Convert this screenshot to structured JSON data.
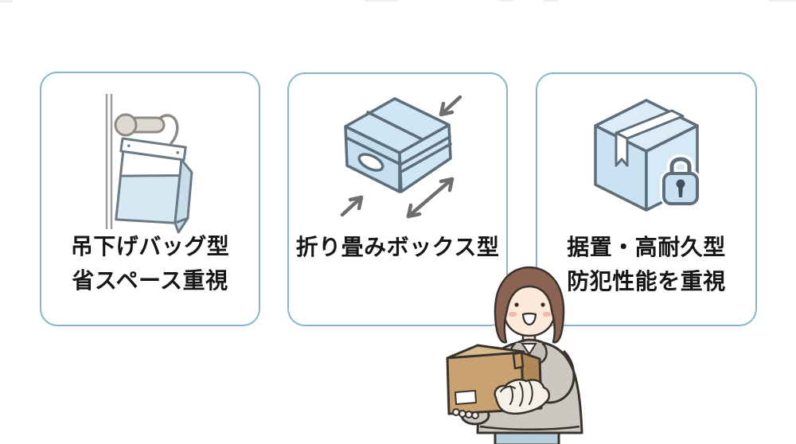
{
  "cards": [
    {
      "name": "hanging-bag-type",
      "icon": "door-handle-hanging-bag-icon",
      "lines": [
        "吊下げバッグ型",
        "省スペース重視"
      ]
    },
    {
      "name": "folding-box-type",
      "icon": "folding-box-arrows-icon",
      "lines": [
        "折り畳みボックス型"
      ]
    },
    {
      "name": "fixed-durable-type",
      "icon": "locked-parcel-box-icon",
      "lines": [
        "据置・高耐久型",
        "防犯性能を重視"
      ]
    }
  ],
  "illustration": {
    "name": "woman-carrying-cardboard-box"
  },
  "palette": {
    "card_border": "#84b5cd",
    "text": "#161616",
    "icon_fill_blue": "#cfe6f4",
    "icon_outline": "#5d6e7a",
    "arrow_gray": "#6e6e6e",
    "handle_gray": "#dcd9d3",
    "box_brown": "#c9a271",
    "hoodie_gray": "#cbc8c2",
    "hair_brown": "#8a6353",
    "jeans_blue": "#b9cfdd"
  }
}
